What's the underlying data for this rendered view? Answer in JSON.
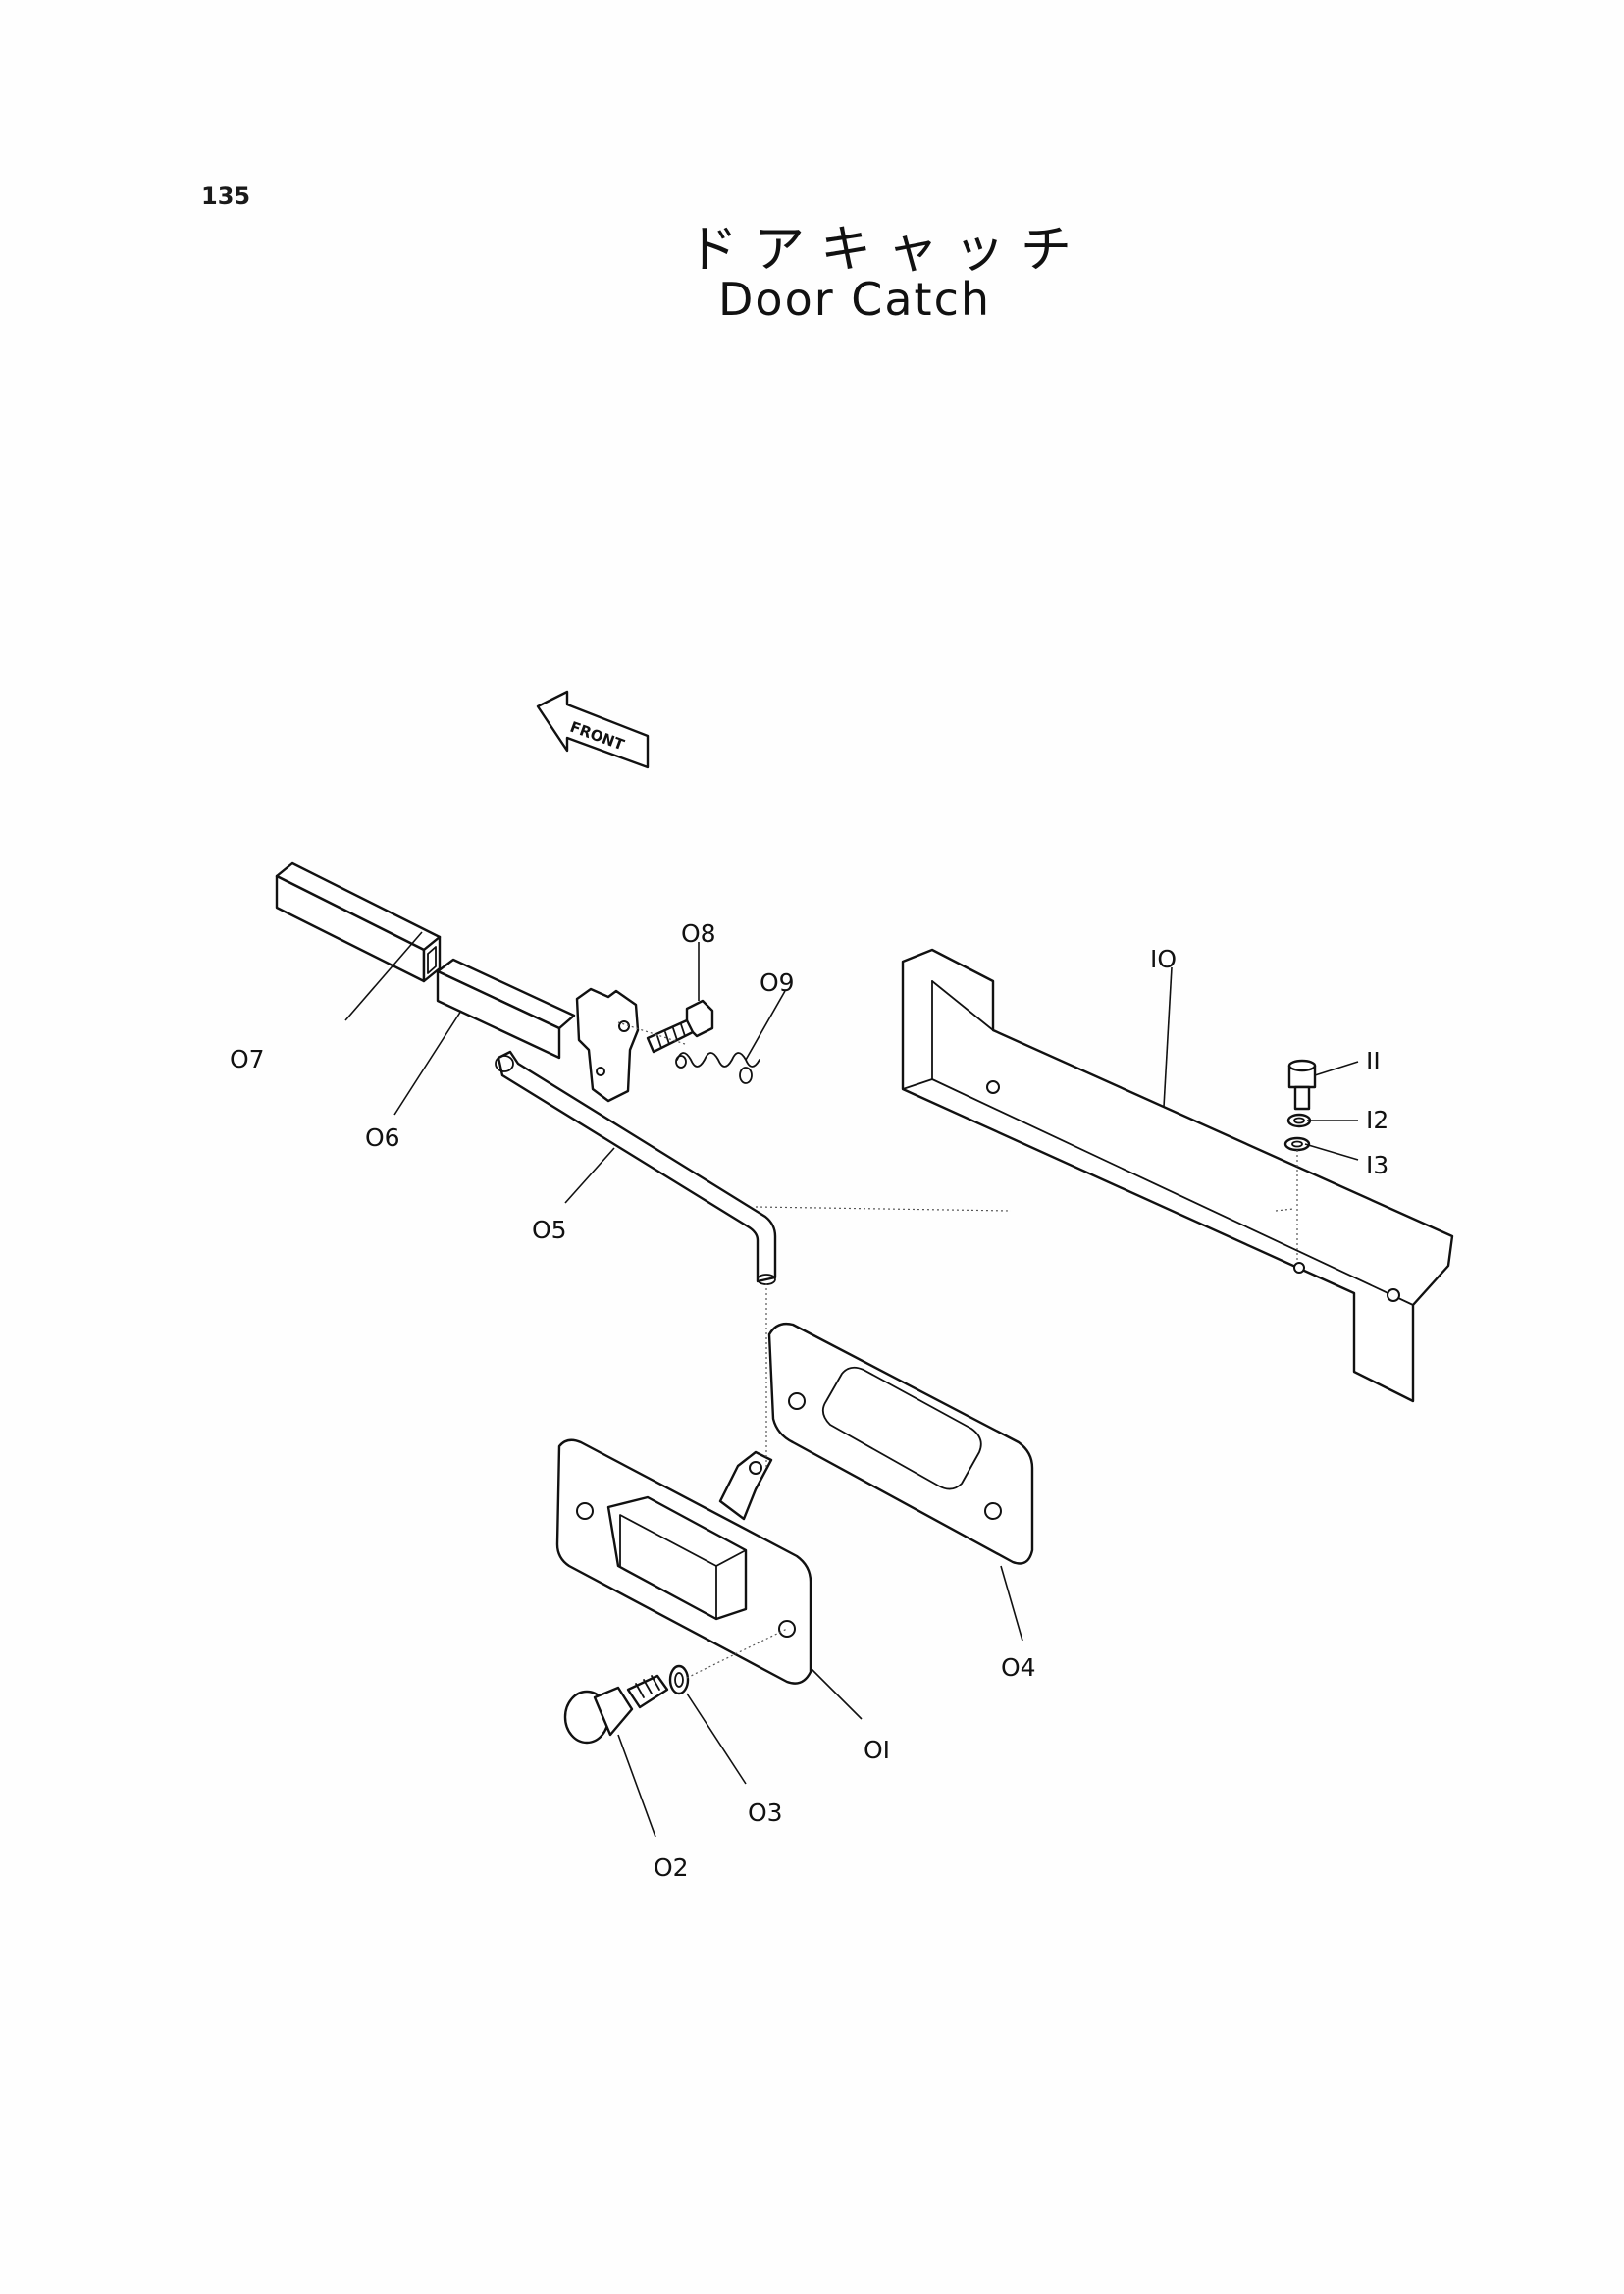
{
  "page_number": "135",
  "title_jp": "ドアキャッチ",
  "title_en": "Door Catch",
  "direction_label": "FRONT",
  "callouts": [
    {
      "id": "01",
      "label": "OI"
    },
    {
      "id": "02",
      "label": "O2"
    },
    {
      "id": "03",
      "label": "O3"
    },
    {
      "id": "04",
      "label": "O4"
    },
    {
      "id": "05",
      "label": "O5"
    },
    {
      "id": "06",
      "label": "O6"
    },
    {
      "id": "07",
      "label": "O7"
    },
    {
      "id": "08",
      "label": "O8"
    },
    {
      "id": "09",
      "label": "O9"
    },
    {
      "id": "10",
      "label": "IO"
    },
    {
      "id": "11",
      "label": "II"
    },
    {
      "id": "12",
      "label": "I2"
    },
    {
      "id": "13",
      "label": "I3"
    }
  ]
}
